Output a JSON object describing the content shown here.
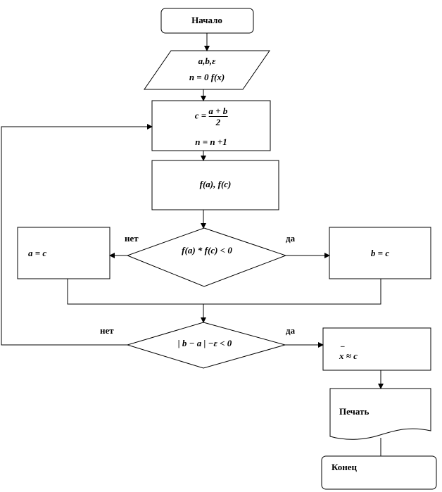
{
  "start": {
    "label": "Начало"
  },
  "input": {
    "line1": "a,b,ε",
    "line2": "n = 0 f(x)"
  },
  "step1": {
    "lhs": "c =",
    "num": "a + b",
    "den": "2",
    "line2": "n = n +1"
  },
  "step2": {
    "label": "f(a), f(c)"
  },
  "cond1": {
    "label": "f(a) * f(c) < 0",
    "no": "нет",
    "yes": "да"
  },
  "assign_a": {
    "label": "a = c"
  },
  "assign_b": {
    "label": "b = c"
  },
  "cond2": {
    "label": "| b − a | −ε < 0",
    "no": "нет",
    "yes": "да"
  },
  "result": {
    "bar": "_",
    "label": "x ≈ c"
  },
  "print": {
    "label": "Печать"
  },
  "end": {
    "label": "Конец"
  }
}
